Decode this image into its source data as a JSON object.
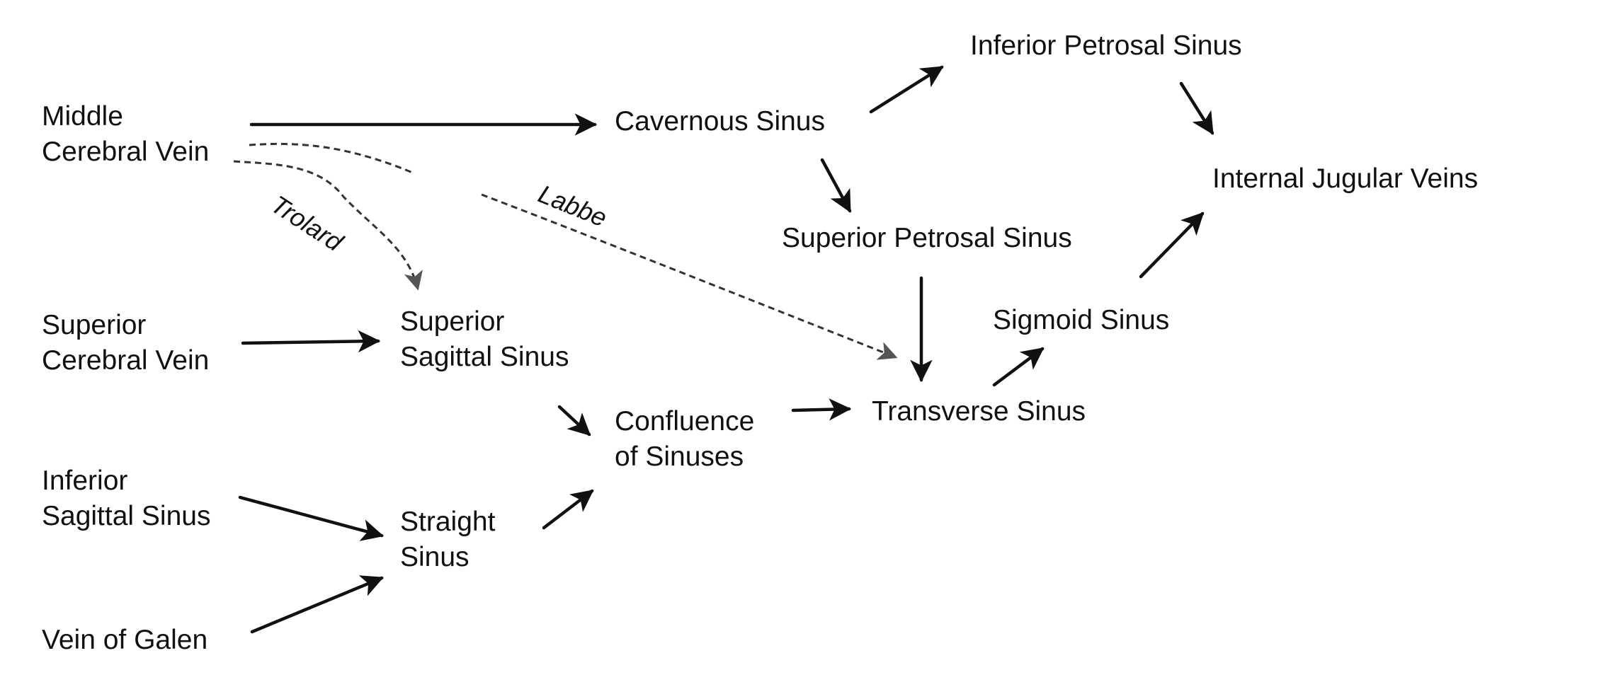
{
  "nodes": {
    "middle_cerebral_vein": "Middle\nCerebral Vein",
    "superior_cerebral_vein": "Superior\nCerebral Vein",
    "inferior_sagittal_sinus": "Inferior\nSagittal Sinus",
    "vein_of_galen": "Vein of Galen",
    "cavernous_sinus": "Cavernous Sinus",
    "inferior_petrosal_sinus": "Inferior Petrosal Sinus",
    "internal_jugular_veins": "Internal Jugular Veins",
    "superior_petrosal_sinus": "Superior Petrosal Sinus",
    "superior_sagittal_sinus": "Superior\nSagittal Sinus",
    "sigmoid_sinus": "Sigmoid Sinus",
    "confluence_of_sinuses": "Confluence\nof Sinuses",
    "transverse_sinus": "Transverse Sinus",
    "straight_sinus": "Straight\nSinus"
  },
  "edge_labels": {
    "trolard": "Trolard",
    "labbe": "Labbe"
  },
  "colors": {
    "ink": "#111111",
    "background": "#ffffff"
  }
}
